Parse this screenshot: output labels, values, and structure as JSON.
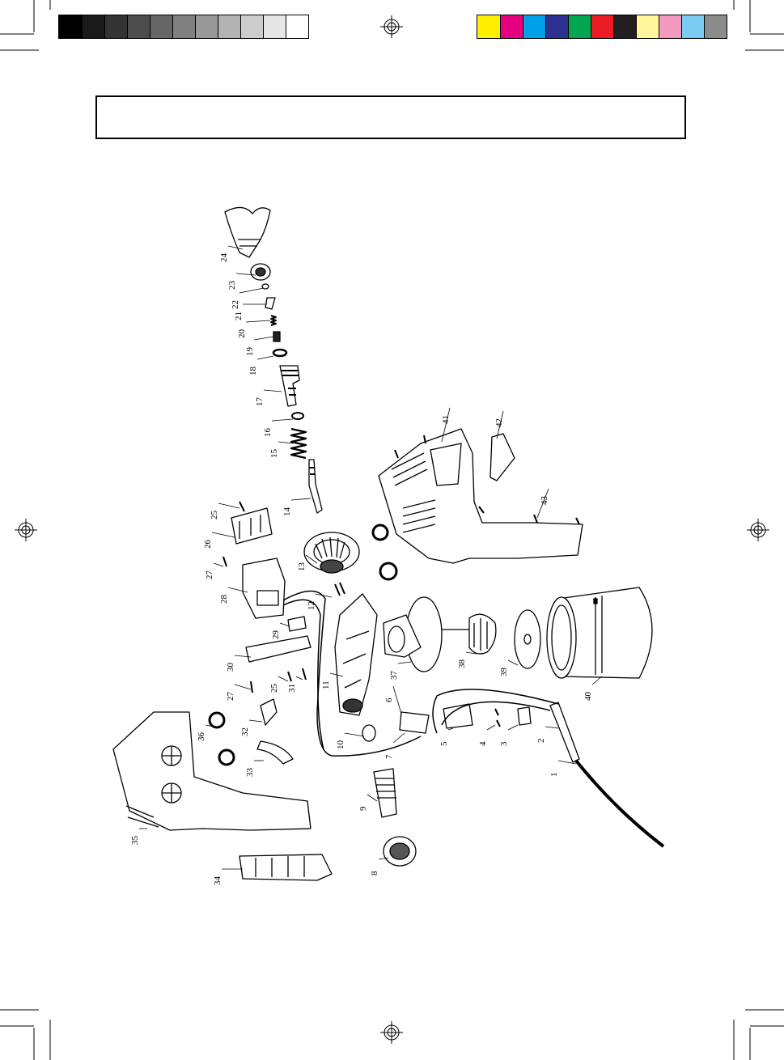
{
  "print_marks": {
    "grayscale_bar": [
      "#000000",
      "#1a1a1a",
      "#333333",
      "#4d4d4d",
      "#666666",
      "#808080",
      "#999999",
      "#b3b3b3",
      "#cccccc",
      "#e6e6e6",
      "#ffffff"
    ],
    "color_bar": [
      "#ffef00",
      "#e6007e",
      "#00a0e9",
      "#2e3192",
      "#00a650",
      "#ed1c24",
      "#231f20",
      "#fff799",
      "#f49ac1",
      "#7accf2",
      "#8c8c8c"
    ]
  },
  "diagram": {
    "part_numbers": [
      "1",
      "2",
      "3",
      "4",
      "5",
      "6",
      "7",
      "8",
      "9",
      "10",
      "11",
      "12",
      "13",
      "14",
      "15",
      "16",
      "17",
      "18",
      "19",
      "20",
      "21",
      "22",
      "23",
      "24",
      "25",
      "26",
      "27",
      "28",
      "29",
      "30",
      "31",
      "32",
      "33",
      "34",
      "35",
      "36",
      "37",
      "38",
      "39",
      "40",
      "41",
      "42",
      "43"
    ]
  }
}
